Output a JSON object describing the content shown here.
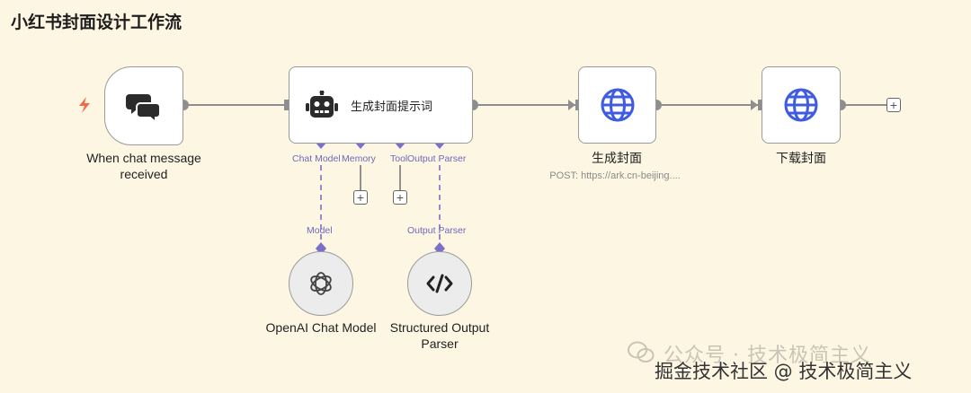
{
  "title": "小红书封面设计工作流",
  "nodes": {
    "trigger": {
      "caption_line1": "When chat message",
      "caption_line2": "received",
      "icon": "chat-bubbles-icon"
    },
    "agent": {
      "label": "生成封面提示词",
      "icon": "robot-icon",
      "ports": {
        "chat_model": "Chat Model",
        "memory": "Memory",
        "tool": "Tool",
        "output_parser": "Output Parser"
      }
    },
    "http1": {
      "caption": "生成封面",
      "subtitle": "POST: https://ark.cn-beijing....",
      "icon": "globe-icon"
    },
    "http2": {
      "caption": "下载封面",
      "icon": "globe-icon"
    },
    "openai": {
      "caption": "OpenAI Chat Model",
      "port_label": "Model",
      "icon": "openai-icon"
    },
    "parser": {
      "caption_line1": "Structured Output",
      "caption_line2": "Parser",
      "port_label": "Output Parser",
      "icon": "code-icon"
    }
  },
  "plus_symbol": "+",
  "watermark": {
    "line1": "公众号 · 技术极简主义",
    "line2": "掘金技术社区 @ 技术极简主义"
  },
  "colors": {
    "accent": "#7b6fc9",
    "trigger_bolt": "#f06a4a",
    "globe": "#3f5ce0",
    "wire": "#8e8e8e"
  }
}
